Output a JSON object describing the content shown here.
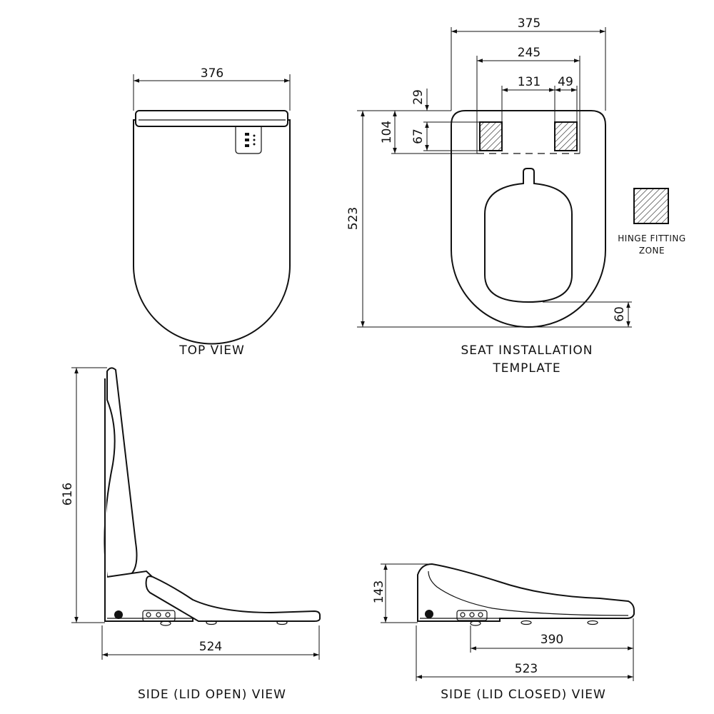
{
  "top_view": {
    "label": "TOP VIEW",
    "width_dim": "376"
  },
  "template": {
    "label_line1": "SEAT INSTALLATION",
    "label_line2": "TEMPLATE",
    "dims": {
      "overall_width": "375",
      "hinge_outer": "245",
      "hinge_inner": "131",
      "hinge_width": "49",
      "offset_top": "29",
      "zone_depth": "104",
      "hinge_depth": "67",
      "overall_length": "523",
      "bottom_offset": "60"
    },
    "legend_line1": "HINGE FITTING",
    "legend_line2": "ZONE"
  },
  "side_open": {
    "label": "SIDE (LID OPEN) VIEW",
    "height_dim": "616",
    "length_dim": "524"
  },
  "side_closed": {
    "label": "SIDE (LID CLOSED) VIEW",
    "height_dim": "143",
    "seat_dim": "390",
    "length_dim": "523"
  }
}
